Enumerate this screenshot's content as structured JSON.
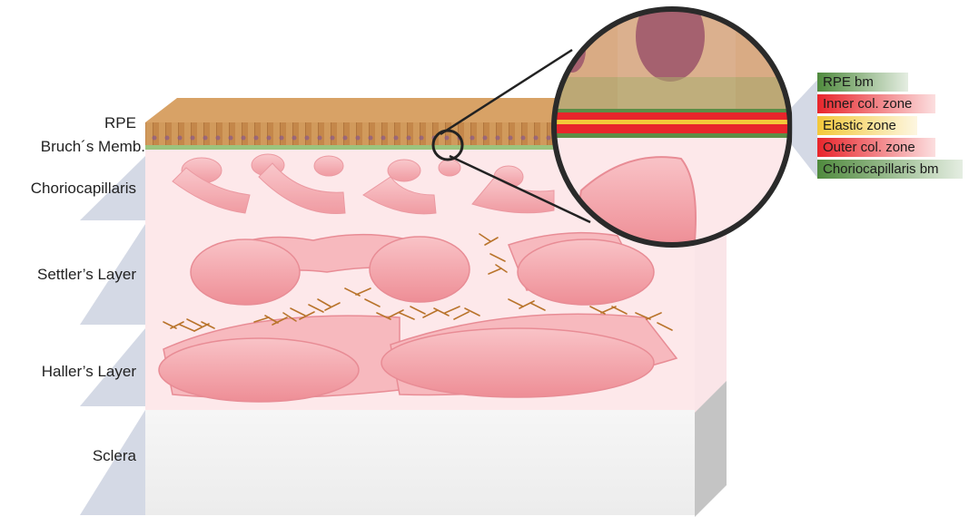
{
  "layers": {
    "rpe": "RPE",
    "bruch": "Bruch´s Memb.",
    "choriocapillaris": "Choriocapillaris",
    "settler": "Settler’s Layer",
    "haller": "Haller’s Layer",
    "sclera": "Sclera"
  },
  "legend": [
    {
      "label": "RPE bm",
      "color": "#5c8d46"
    },
    {
      "label": "Inner col. zone",
      "color": "#e8252b"
    },
    {
      "label": "Elastic zone",
      "color": "#f3c83a"
    },
    {
      "label": "Outer col. zone",
      "color": "#e8252b"
    },
    {
      "label": "Choriocapillaris bm",
      "color": "#5c8d46"
    }
  ],
  "colors": {
    "tissue": "#fde8ea",
    "vessel": "#f4a7ad",
    "rpe_cells": "#c88c4d",
    "fibers": "#b9742c",
    "sclera": "#f2f2f2",
    "planes": "#c9cfde"
  }
}
